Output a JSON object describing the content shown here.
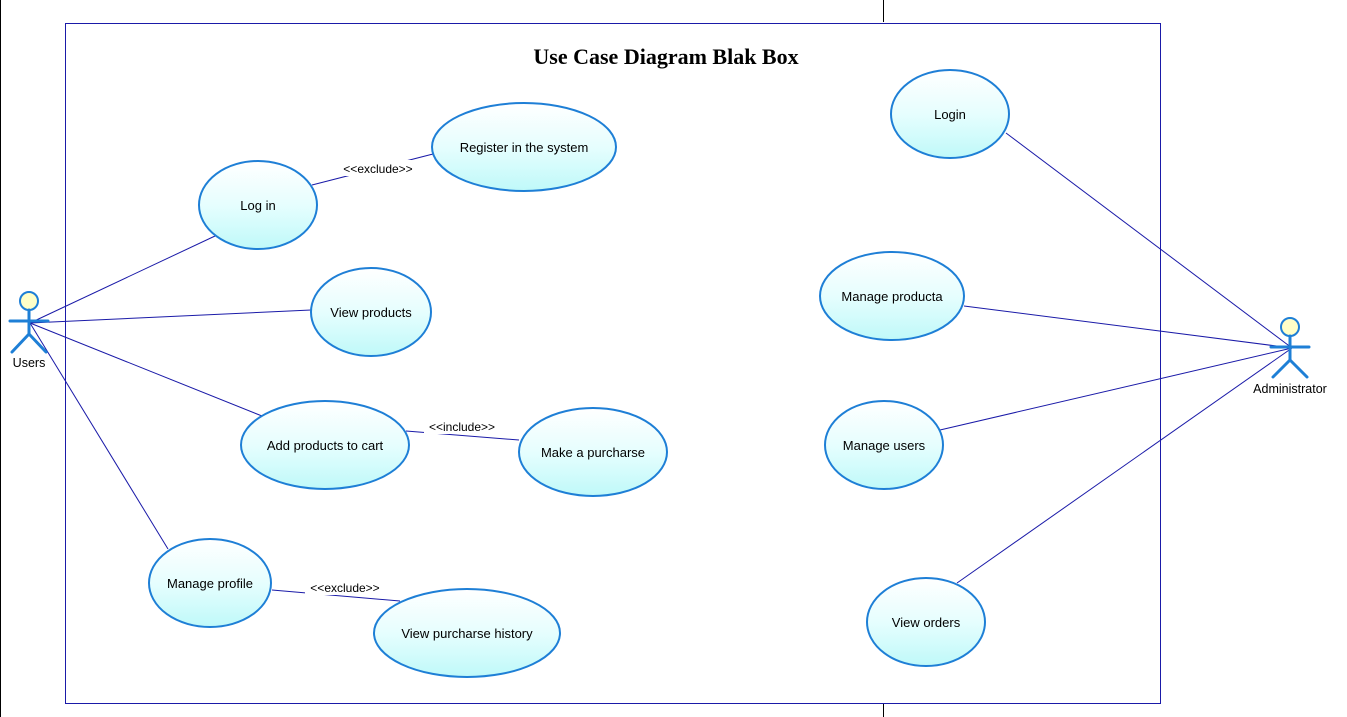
{
  "title": "Use Case Diagram Blak Box",
  "colors": {
    "line": "#1a1aa8",
    "usecase_fill_top": "#ffffff",
    "usecase_fill_bottom": "#c8fbfb",
    "usecase_stroke": "#1e7fd6",
    "actor_stroke": "#1e7fd6",
    "actor_head_fill": "#ffffc8"
  },
  "actors": {
    "users": "Users",
    "administrator": "Administrator"
  },
  "use_cases": {
    "log_in": "Log in",
    "register": "Register in the system",
    "view_products": "View products",
    "add_to_cart": "Add products to cart",
    "make_purchase": "Make a purcharse",
    "manage_profile": "Manage profile",
    "view_history": "View purcharse history",
    "login_admin": "Login",
    "manage_products": "Manage producta",
    "manage_users": "Manage users",
    "view_orders": "View orders"
  },
  "relations": {
    "login_register": "<<exclude>>",
    "cart_purchase": "<<include>>",
    "profile_history": "<<exclude>>"
  }
}
